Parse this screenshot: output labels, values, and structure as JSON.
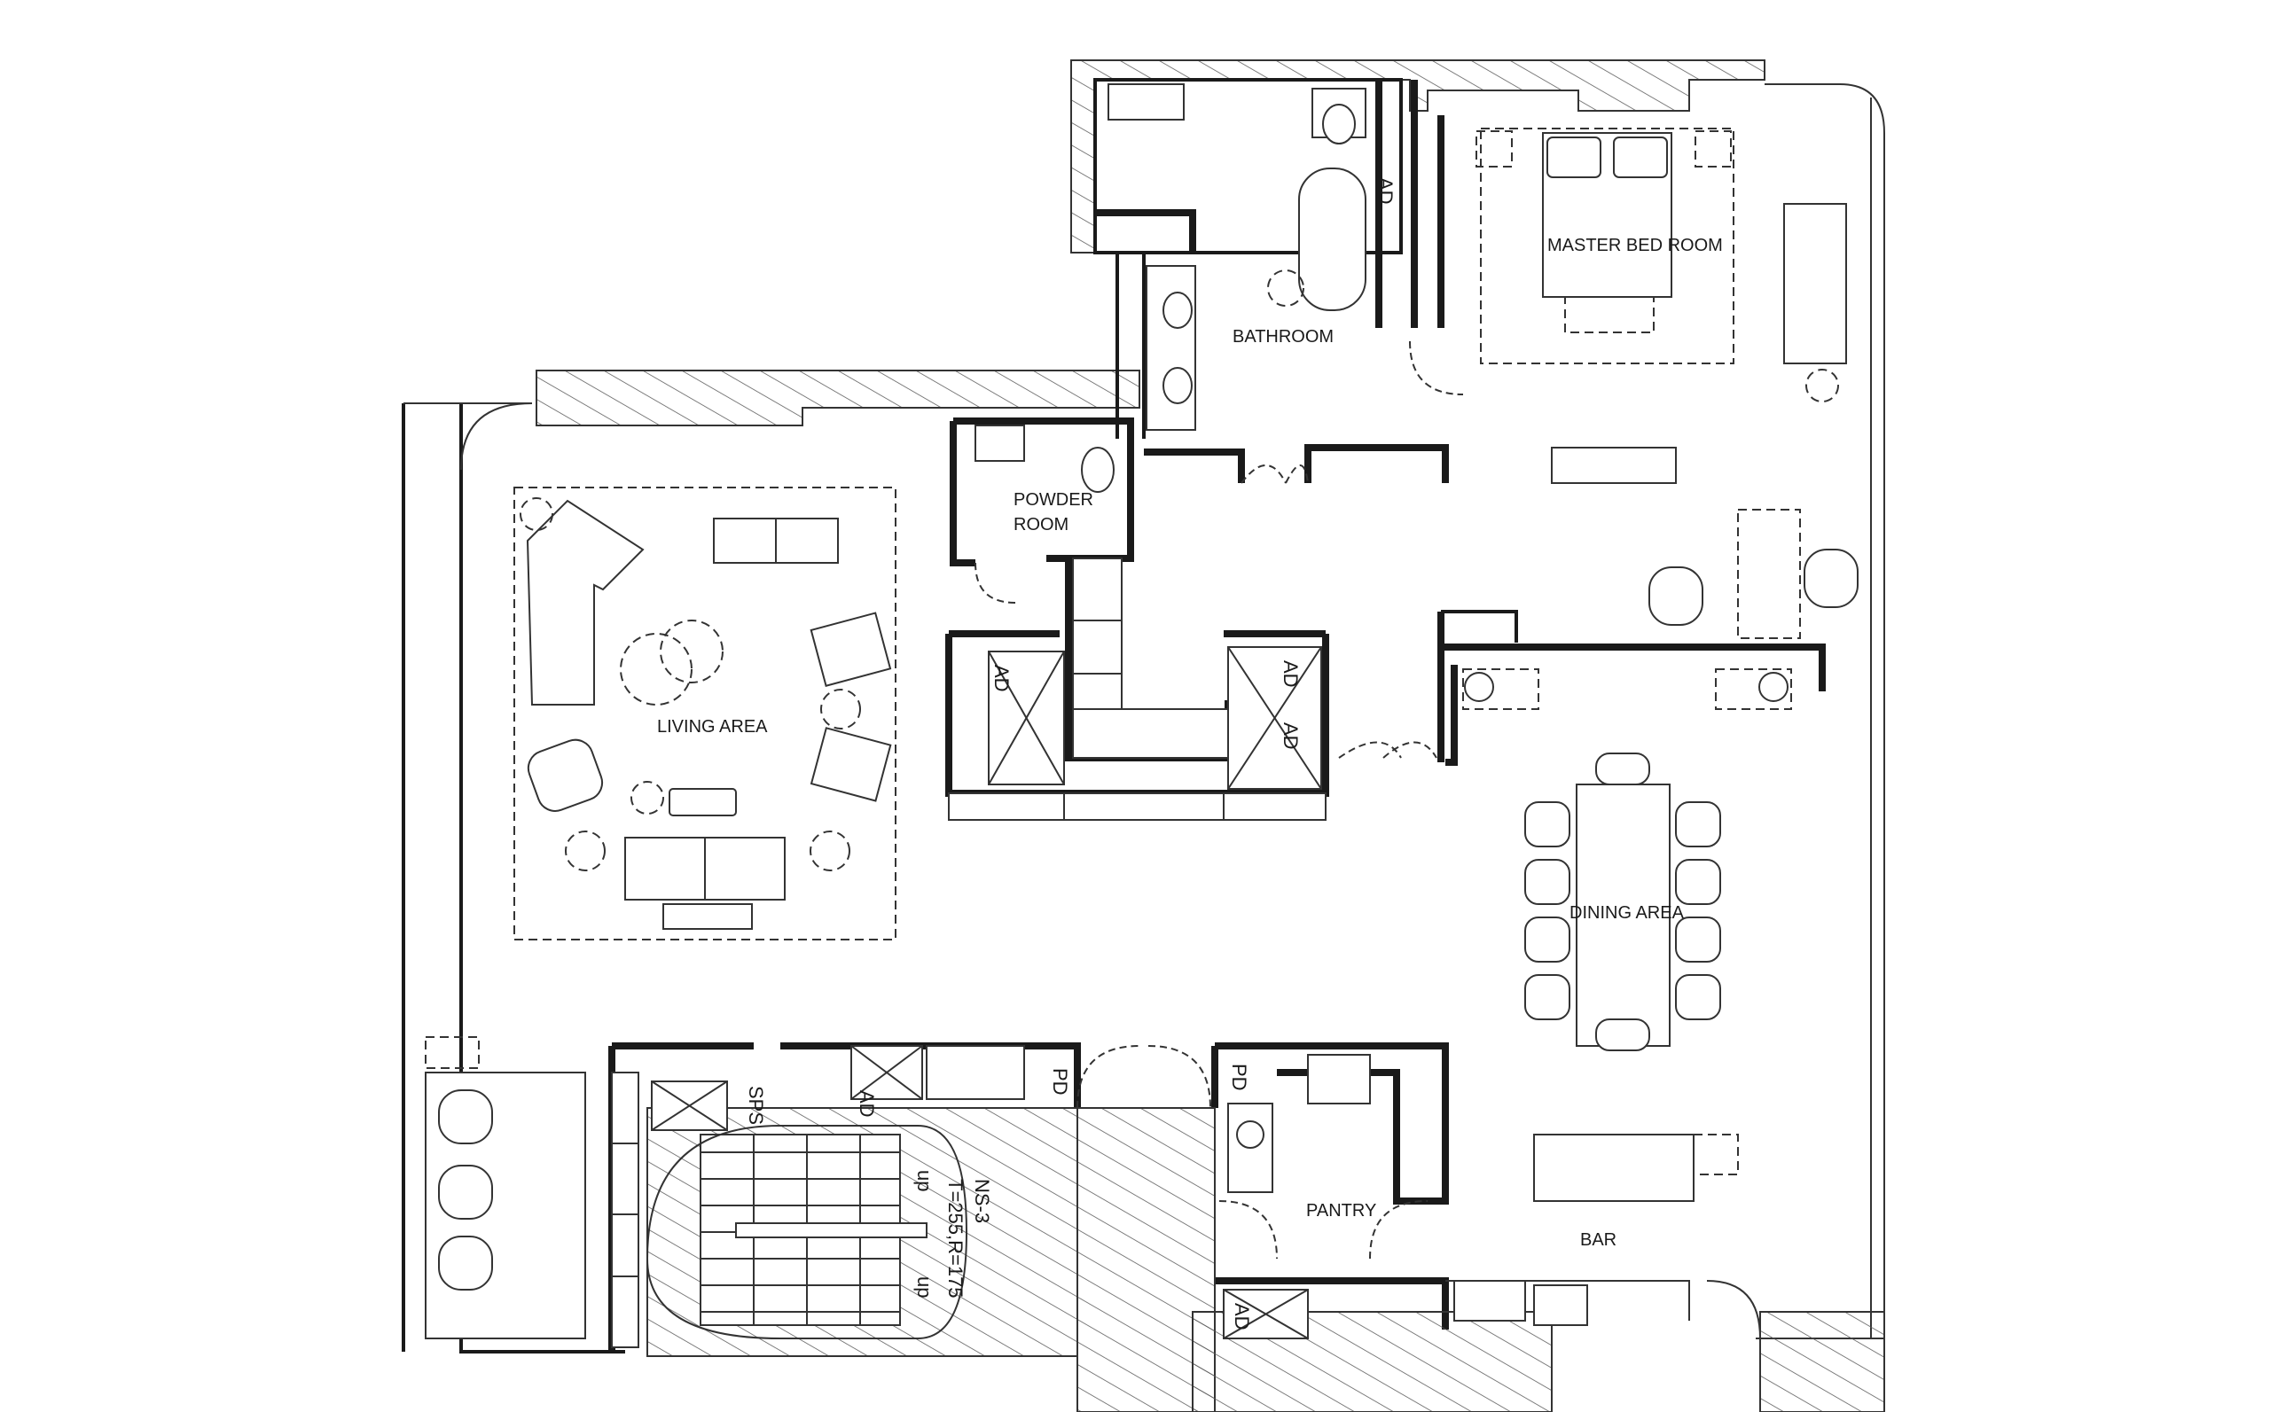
{
  "rooms": {
    "master_bedroom": "MASTER BED ROOM",
    "bathroom": "BATHROOM",
    "powder_room_line1": "POWDER",
    "powder_room_line2": "ROOM",
    "living_area": "LIVING AREA",
    "dining_area": "DINING AREA",
    "pantry": "PANTRY",
    "bar": "BAR"
  },
  "stair": {
    "name": "NS-3",
    "spec": "T=255,R=175",
    "direction_1": "up",
    "direction_2": "up"
  },
  "tags": {
    "pd_1": "PD",
    "pd_2": "PD",
    "ad_1": "AD",
    "ad_2": "AD",
    "ad_3": "AD",
    "ad_4": "AD",
    "ad_5": "AD",
    "sps": "SPS",
    "ad_stair": "AD"
  },
  "colors": {
    "ink": "#1a1a1a",
    "background": "#ffffff"
  }
}
